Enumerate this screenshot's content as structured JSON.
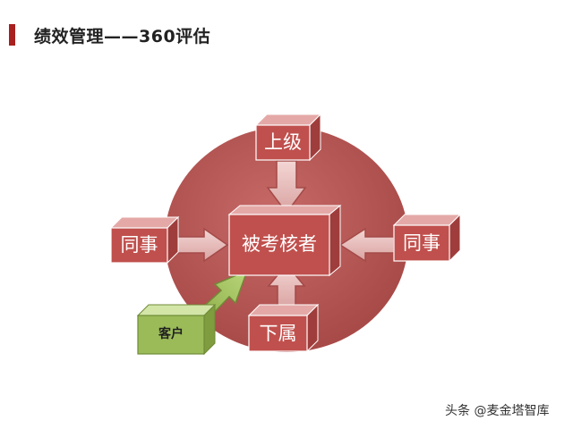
{
  "title": "绩效管理——360评估",
  "center_label": "被考核者",
  "top_label": "上级",
  "left_label": "同事",
  "right_label": "同事",
  "bottom_label": "下属",
  "customer_label": "客户",
  "watermark": "头条 @麦金塔智库",
  "colors": {
    "title_accent": "#a8201f",
    "circle": "#b75454",
    "box_front": "#c0504d",
    "customer_front": "#9bbb59"
  }
}
